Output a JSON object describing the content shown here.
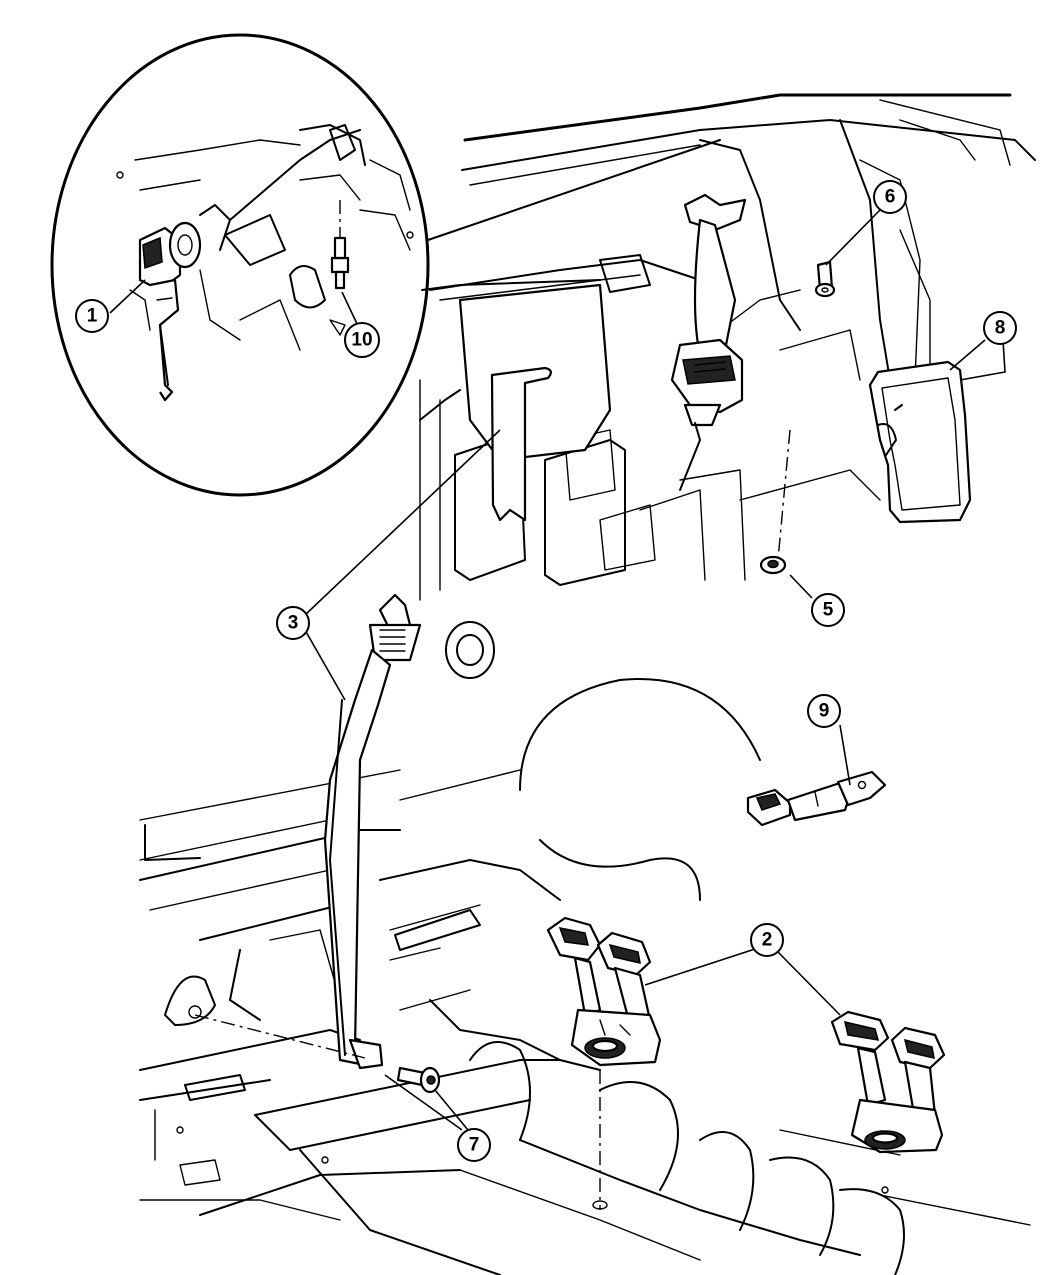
{
  "diagram": {
    "callouts": [
      {
        "id": "1",
        "label": "1"
      },
      {
        "id": "2",
        "label": "2"
      },
      {
        "id": "3",
        "label": "3"
      },
      {
        "id": "5",
        "label": "5"
      },
      {
        "id": "6",
        "label": "6"
      },
      {
        "id": "7",
        "label": "7"
      },
      {
        "id": "8",
        "label": "8"
      },
      {
        "id": "9",
        "label": "9"
      },
      {
        "id": "10",
        "label": "10"
      }
    ]
  },
  "colors": {
    "line": "#000000",
    "background": "#ffffff"
  }
}
